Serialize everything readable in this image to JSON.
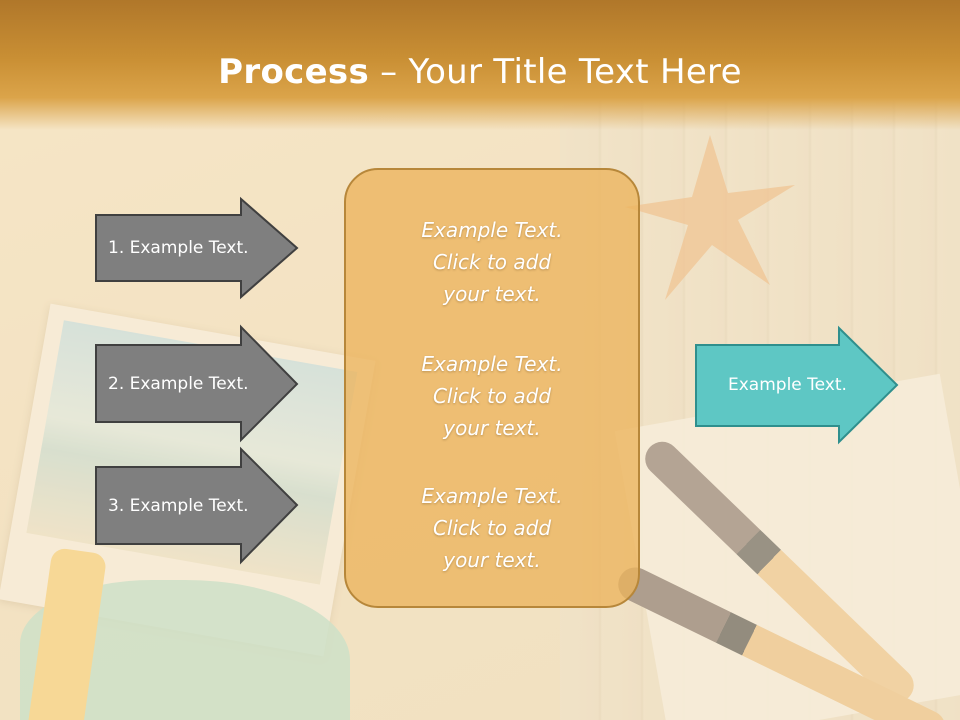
{
  "title": {
    "bold": "Process",
    "rest": " – Your Title Text Here"
  },
  "steps": [
    {
      "label": "1. Example Text."
    },
    {
      "label": "2. Example Text."
    },
    {
      "label": "3. Example Text."
    }
  ],
  "center_items": [
    {
      "line1": "Example Text.",
      "line2": "Click  to add",
      "line3": "your text."
    },
    {
      "line1": "Example Text.",
      "line2": "Click  to add",
      "line3": "your text."
    },
    {
      "line1": "Example Text.",
      "line2": "Click  to add",
      "line3": "your text."
    }
  ],
  "result": {
    "label": "Example Text."
  },
  "colors": {
    "title_bar": "#c98f34",
    "step_arrow_fill": "#7f7f7f",
    "step_arrow_stroke": "#404040",
    "result_arrow_fill": "#5ec7c4",
    "result_arrow_stroke": "#2f8f8d",
    "center_box_fill": "#ecb45c"
  }
}
